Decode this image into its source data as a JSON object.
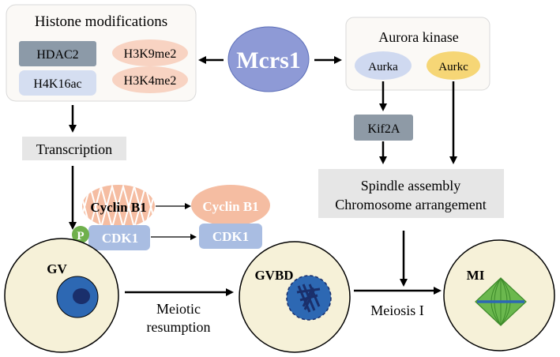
{
  "histone": {
    "title": "Histone modifications",
    "hdac2": "HDAC2",
    "h4k16ac": "H4K16ac",
    "h3k9me2": "H3K9me2",
    "h3k4me2": "H3K4me2"
  },
  "center": {
    "mcrs1": "Mcrs1"
  },
  "aurora": {
    "title": "Aurora kinase",
    "aurka": "Aurka",
    "aurkc": "Aurkc"
  },
  "kif2a": "Kif2A",
  "transcription": "Transcription",
  "spindle": {
    "line1": "Spindle assembly",
    "line2": "Chromosome arrangement"
  },
  "cyclin": {
    "left": "Cyclin B1",
    "right": "Cyclin B1"
  },
  "cdk": {
    "phospho": "P",
    "left": "CDK1",
    "right": "CDK1"
  },
  "stages": {
    "gv": "GV",
    "gvbd": "GVBD",
    "mi": "MI"
  },
  "transitions": {
    "meiotic1": "Meiotic",
    "meiotic2": "resumption",
    "meiosis": "Meiosis I"
  },
  "colors": {
    "hdac2": "#8c9aa8",
    "h4k16ac": "#d5def1",
    "histonePink": "#f8d3c2",
    "mcrs1": "#8e9ad6",
    "aurka": "#cfd9f0",
    "aurkc": "#f6d676",
    "kif2a": "#8e9aa6",
    "greyBox": "#e6e6e6",
    "cyclin": "#f5bda2",
    "cdk": "#a9bde2",
    "phospho": "#6fb04c",
    "cell": "#f6f1d8",
    "nucleus": "#2d68b3",
    "nucleolus": "#1a2f6b",
    "spindleGreen": "#6bb84e"
  }
}
